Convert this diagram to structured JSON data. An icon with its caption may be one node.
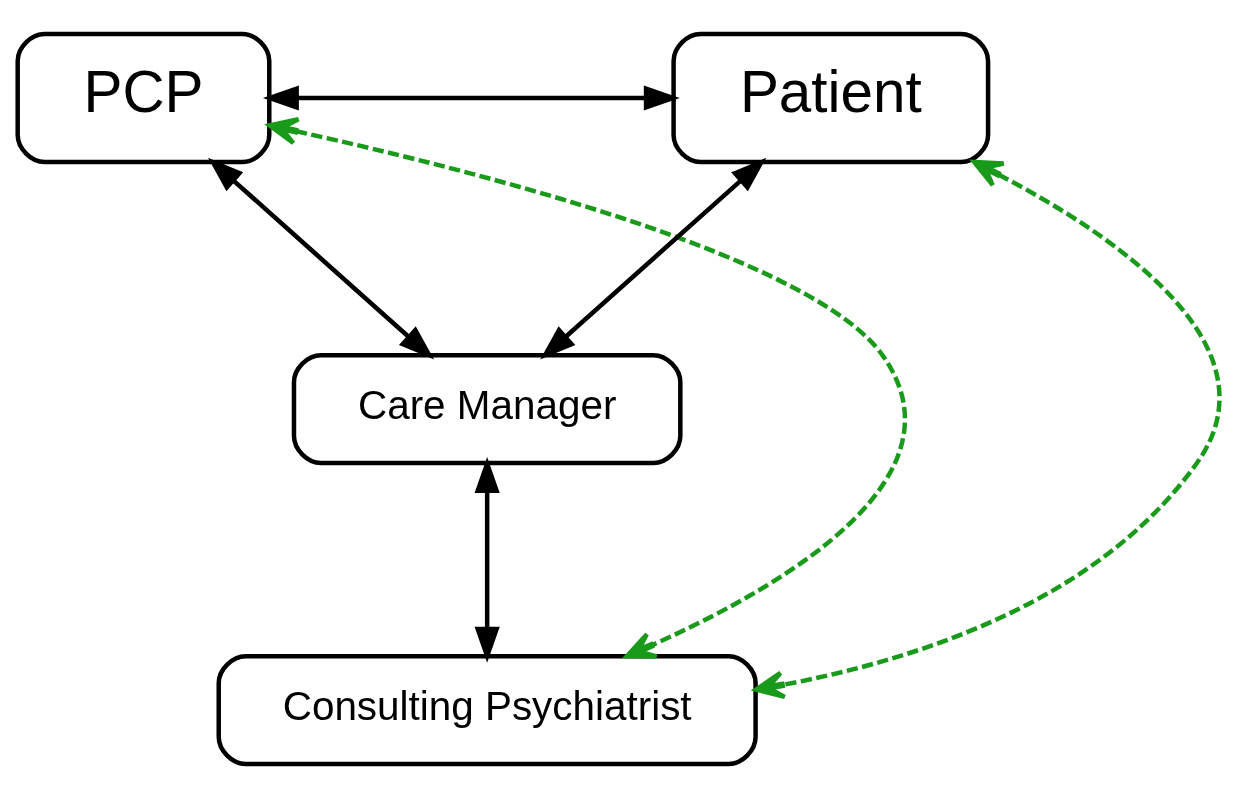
{
  "diagram": {
    "nodes": [
      {
        "text": [
          "PCP"
        ]
      },
      {
        "text": [
          "Patient"
        ]
      },
      {
        "text": [
          "Care Manager"
        ]
      },
      {
        "text": [
          "Consulting Psychiatrist"
        ]
      }
    ],
    "edges": [
      {
        "from": 0,
        "to": 1,
        "arrow": "both"
      },
      {
        "from": 0,
        "to": 2,
        "arrow": "both"
      },
      {
        "from": 1,
        "to": 2,
        "arrow": "both"
      },
      {
        "from": 2,
        "to": 3,
        "arrow": "both"
      },
      {
        "from": 0,
        "to": 3,
        "arrow": "both",
        "style": "dashed",
        "color": "#1a9a1a"
      },
      {
        "from": 1,
        "to": 3,
        "arrow": "both",
        "style": "dashed",
        "color": "#1a9a1a"
      }
    ]
  }
}
